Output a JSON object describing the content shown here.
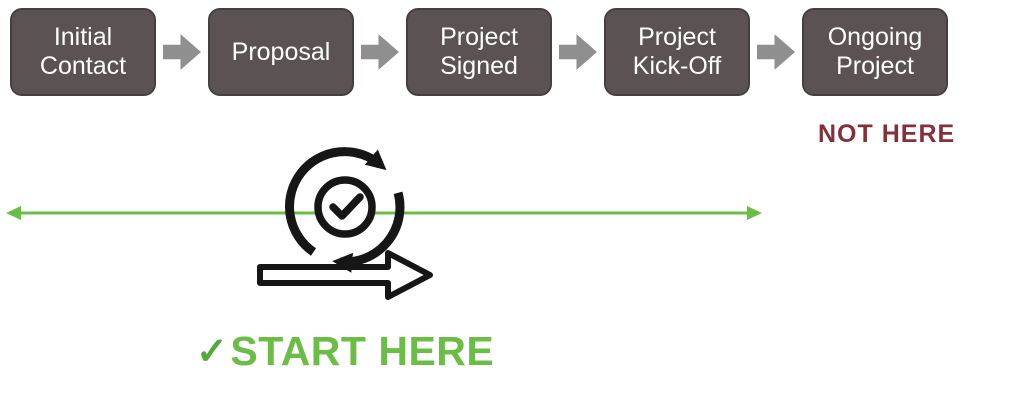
{
  "process": {
    "steps": [
      {
        "label": "Initial Contact"
      },
      {
        "label": "Proposal"
      },
      {
        "label": "Project Signed"
      },
      {
        "label": "Project Kick-Off"
      },
      {
        "label": "Ongoing Project"
      }
    ]
  },
  "annotations": {
    "not_here": "NOT HERE",
    "check_glyph": "✓",
    "start_here": "START HERE"
  },
  "icons": {
    "flow_arrow": "right-block-arrow",
    "timeline": "double-headed-horizontal-arrow",
    "agile": "agile-sprint-cycle-with-checkmark"
  },
  "colors": {
    "background": "#ffffff",
    "step_box_bg": "#5b5353",
    "step_box_border": "#453f3f",
    "step_box_text": "#ffffff",
    "flow_arrow": "#8f8f8f",
    "accent_green": "#6bbd45",
    "check_green": "#54a93a",
    "not_here_red": "#84303a",
    "icon_black": "#161616"
  }
}
